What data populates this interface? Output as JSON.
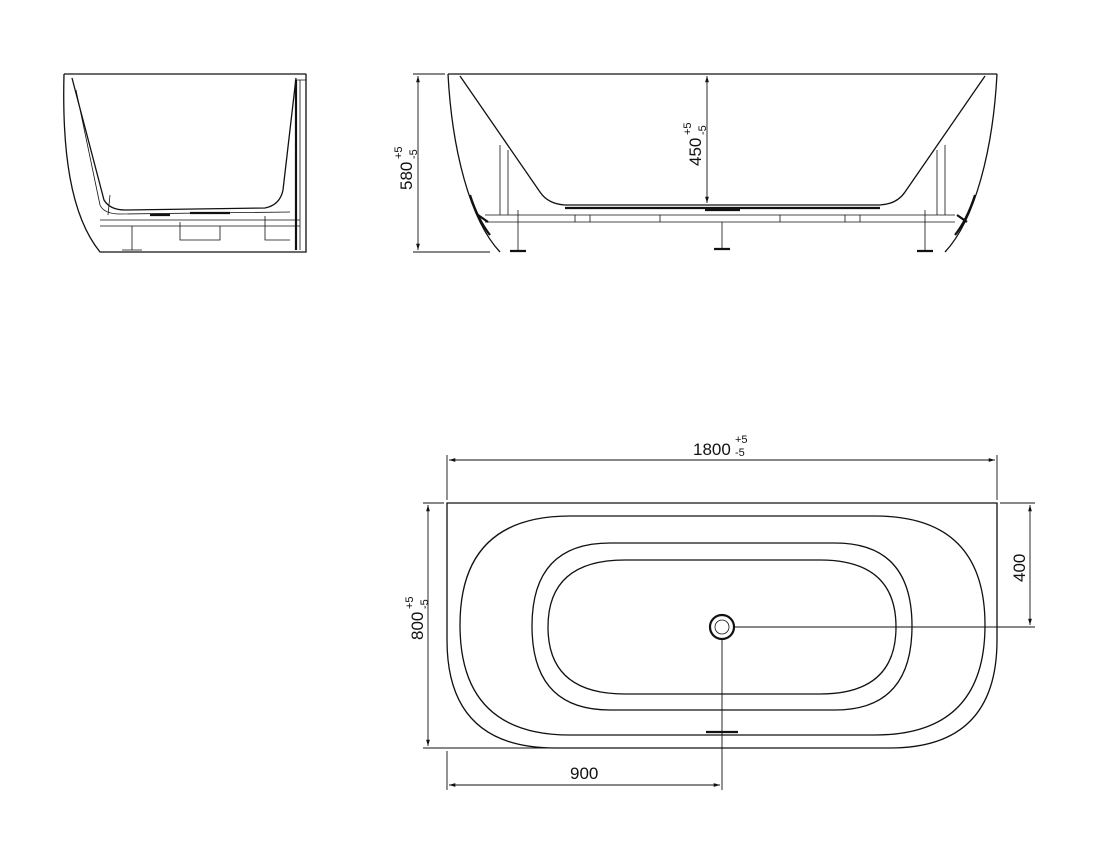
{
  "dimensions": {
    "height_total": {
      "value": "580",
      "tol_plus": "+5",
      "tol_minus": "-5"
    },
    "depth_inner": {
      "value": "450",
      "tol_plus": "+5",
      "tol_minus": "-5"
    },
    "length": {
      "value": "1800",
      "tol_plus": "+5",
      "tol_minus": "-5"
    },
    "width": {
      "value": "800",
      "tol_plus": "+5",
      "tol_minus": "-5"
    },
    "drain_offset_y": {
      "value": "400"
    },
    "drain_offset_x": {
      "value": "900"
    }
  },
  "colors": {
    "line": "#111111",
    "background": "#ffffff"
  }
}
